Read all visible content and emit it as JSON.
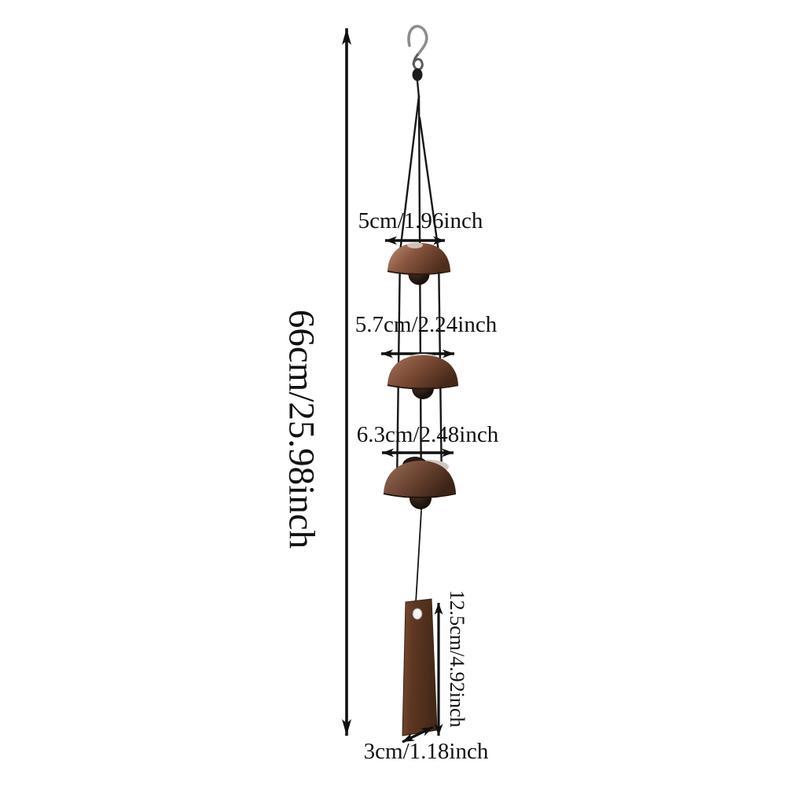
{
  "diagram": {
    "type": "product-dimension-diagram",
    "subject": "copper wind chime with S-hook, three dome bells and rectangular wind catcher",
    "measurements": {
      "overall_height": "66cm/25.98inch",
      "top_bell_diameter": "5cm/1.96inch",
      "middle_bell_diameter": "5.7cm/2.24inch",
      "bottom_bell_diameter": "6.3cm/2.48inch",
      "wind_catcher_length": "12.5cm/4.92inch",
      "wind_catcher_width": "3cm/1.18inch"
    },
    "colors": {
      "background": "#ffffff",
      "line": "#111111",
      "text": "#111111",
      "bell_copper": "#8a5741",
      "bell_copper_highlight": "#c09072",
      "bell_copper_shadow": "#4f2d1d",
      "clapper_dark": "#18100b",
      "wind_catcher_brown": "#54301e",
      "hook_gray": "#8d8d8d"
    }
  }
}
